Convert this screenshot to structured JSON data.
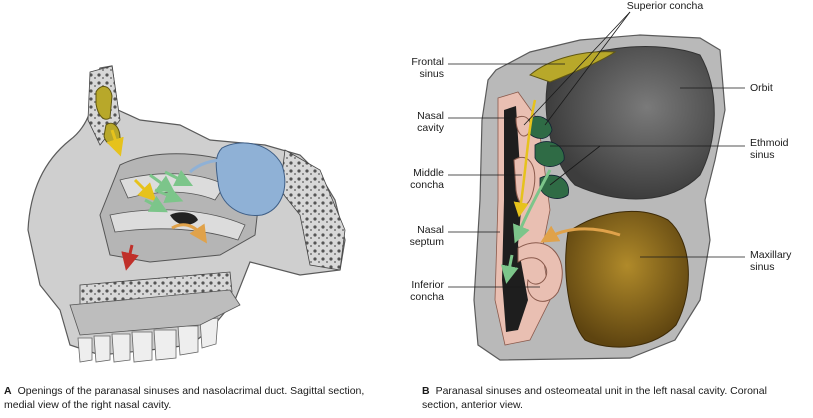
{
  "panel_a": {
    "letter": "A",
    "caption": "Openings of the paranasal sinuses and nasolacrimal duct. Sagittal section, medial view of the right nasal cavity."
  },
  "panel_b": {
    "letter": "B",
    "caption": "Paranasal sinuses and osteomeatal unit in the left nasal cavity. Coronal section, anterior view.",
    "labels": {
      "superior_concha": "Superior concha",
      "frontal_sinus": "Frontal\nsinus",
      "nasal_cavity": "Nasal\ncavity",
      "middle_concha": "Middle\nconcha",
      "nasal_septum": "Nasal\nseptum",
      "inferior_concha": "Inferior\nconcha",
      "orbit": "Orbit",
      "ethmoid_sinus": "Ethmoid\nsinus",
      "maxillary_sinus": "Maxillary\nsinus"
    }
  },
  "colors": {
    "bone": "#c9c9c9",
    "bone_dark": "#8f8f8f",
    "frontal_sinus": "#b8a82a",
    "sphenoid_sinus": "#8fb1d6",
    "ethmoid_sinus": "#2f6b45",
    "maxillary_sinus": "#8a6a1c",
    "mucosa": "#e9bfb2",
    "arrow_yellow": "#e6c21c",
    "arrow_green": "#7cc58a",
    "arrow_orange": "#e0a24a",
    "arrow_red": "#c0302a"
  }
}
